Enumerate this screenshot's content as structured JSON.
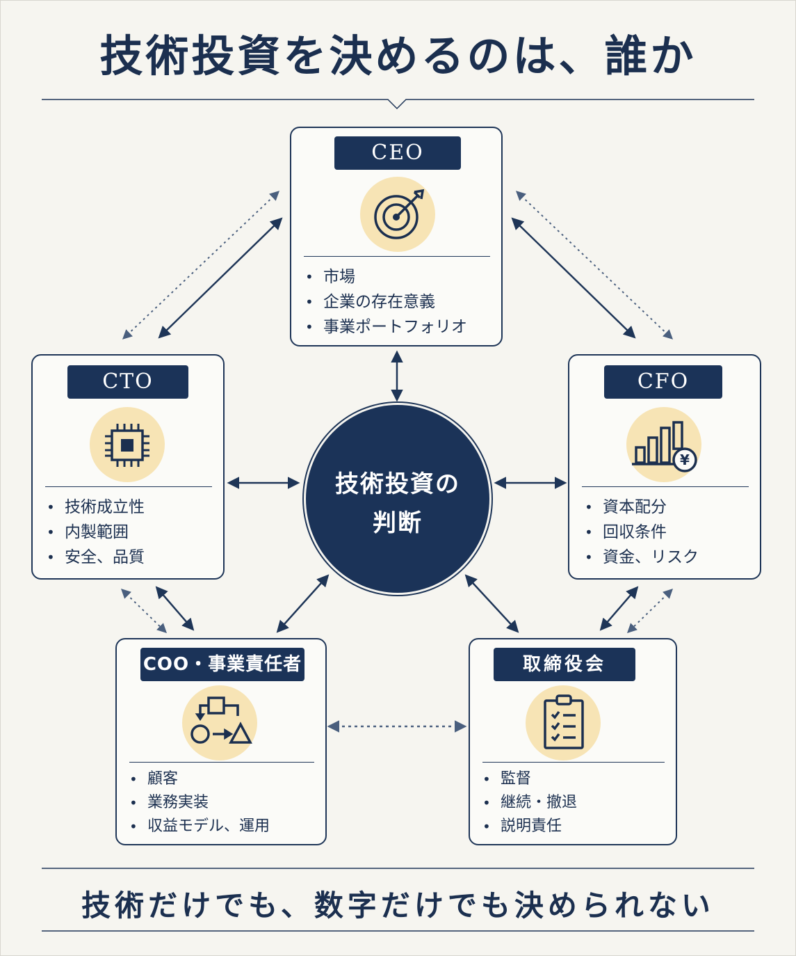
{
  "title": "技術投資を決めるのは、誰か",
  "footer": "技術だけでも、数字だけでも決められない",
  "center": {
    "line1": "技術投資の",
    "line2": "判断"
  },
  "roles": {
    "ceo": {
      "label": "CEO",
      "icon": "target-icon",
      "items": [
        "市場",
        "企業の存在意義",
        "事業ポートフォリオ"
      ]
    },
    "cto": {
      "label": "CTO",
      "icon": "chip-icon",
      "items": [
        "技術成立性",
        "内製範囲",
        "安全、品質"
      ]
    },
    "cfo": {
      "label": "CFO",
      "icon": "yen-chart-icon",
      "items": [
        "資本配分",
        "回収条件",
        "資金、リスク"
      ]
    },
    "coo": {
      "label": "COO・事業責任者",
      "icon": "flow-shapes-icon",
      "items": [
        "顧客",
        "業務実装",
        "収益モデル、運用"
      ]
    },
    "board": {
      "label": "取締役会",
      "icon": "checklist-clipboard-icon",
      "items": [
        "監督",
        "継続・撤退",
        "説明責任"
      ]
    }
  },
  "colors": {
    "navy": "#1b3358",
    "accent_circle": "#f7e4b5",
    "background": "#f6f5f0"
  }
}
